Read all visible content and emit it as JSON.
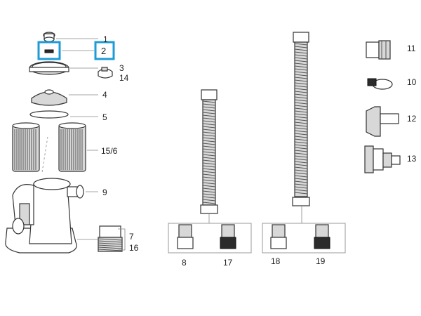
{
  "highlight_color": "#1e9bd7",
  "callouts": {
    "c1": "1",
    "c2": "2",
    "c3": "3",
    "c14": "14",
    "c4": "4",
    "c5": "5",
    "c15_6": "15/6",
    "c9": "9",
    "c7": "7",
    "c16": "16",
    "c8": "8",
    "c17": "17",
    "c18": "18",
    "c19": "19",
    "c11": "11",
    "c10": "10",
    "c12": "12",
    "c13": "13"
  },
  "highlighted_parts": [
    "2"
  ],
  "icons": [
    "air-release-valve",
    "pump-cover",
    "cover-ring",
    "filter-cartridge",
    "pump-housing",
    "hose",
    "hose-clamp",
    "connector"
  ]
}
